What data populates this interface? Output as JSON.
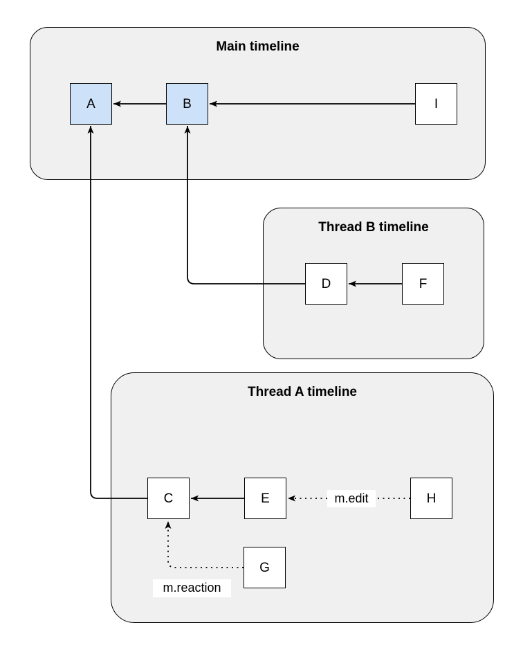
{
  "diagram": {
    "type": "event-relationship-graph",
    "groups": {
      "main": {
        "title": "Main timeline"
      },
      "thread_b": {
        "title": "Thread B timeline"
      },
      "thread_a": {
        "title": "Thread A timeline"
      }
    },
    "nodes": {
      "a": {
        "label": "A",
        "highlighted": true
      },
      "b": {
        "label": "B",
        "highlighted": true
      },
      "i": {
        "label": "I",
        "highlighted": false
      },
      "d": {
        "label": "D",
        "highlighted": false
      },
      "f": {
        "label": "F",
        "highlighted": false
      },
      "c": {
        "label": "C",
        "highlighted": false
      },
      "e": {
        "label": "E",
        "highlighted": false
      },
      "h": {
        "label": "H",
        "highlighted": false
      },
      "g": {
        "label": "G",
        "highlighted": false
      }
    },
    "edges": {
      "b_to_a": {
        "style": "solid"
      },
      "i_to_b": {
        "style": "solid"
      },
      "f_to_d": {
        "style": "solid"
      },
      "d_to_b": {
        "style": "solid"
      },
      "e_to_c": {
        "style": "solid"
      },
      "c_to_a": {
        "style": "solid"
      },
      "h_to_e": {
        "style": "dotted",
        "label": "m.edit"
      },
      "g_to_c": {
        "style": "dotted",
        "label": "m.reaction"
      }
    }
  },
  "colors": {
    "node-highlight-fill": "#cde1f8",
    "node-fill": "#ffffff",
    "group-fill": "#f0f0f0",
    "stroke": "#000000",
    "label-bg": "#ffffff",
    "canvas-bg": "#ffffff"
  }
}
